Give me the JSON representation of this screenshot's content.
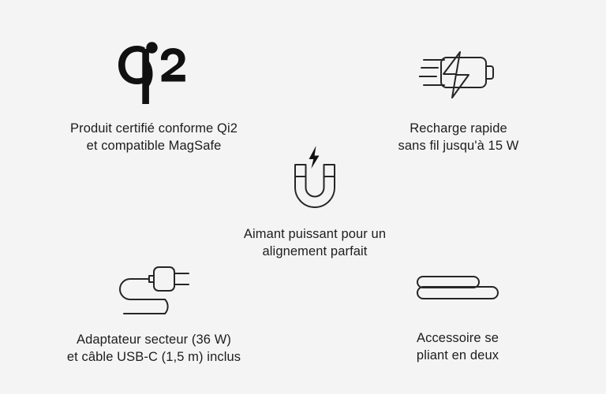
{
  "page": {
    "background_color": "#f4f4f4",
    "text_color": "#1d1d1f",
    "icon_color": "#262626"
  },
  "features": [
    {
      "id": "qi2-certified",
      "icon": "qi2-logo-icon",
      "caption": "Produit certifié conforme Qi2\net compatible MagSafe",
      "line1": "Produit certifié conforme Qi2",
      "line2": "et compatible MagSafe"
    },
    {
      "id": "fast-wireless-charging",
      "icon": "battery-bolt-speed-icon",
      "caption": "Recharge rapide\nsans fil jusqu'à 15 W",
      "line1": "Recharge rapide",
      "line2": "sans fil jusqu'à 15 W"
    },
    {
      "id": "strong-magnet",
      "icon": "horseshoe-magnet-bolt-icon",
      "caption": "Aimant puissant pour un\nalignement parfait",
      "line1": "Aimant puissant pour un",
      "line2": "alignement parfait"
    },
    {
      "id": "adapter-and-cable",
      "icon": "power-plug-cable-icon",
      "caption": "Adaptateur secteur (36 W)\net câble USB-C (1,5 m) inclus",
      "line1": "Adaptateur secteur (36 W)",
      "line2": "et câble USB-C (1,5 m) inclus"
    },
    {
      "id": "folds-in-two",
      "icon": "folded-stack-icon",
      "caption": "Accessoire se\npliant en deux",
      "line1": "Accessoire se",
      "line2": "pliant en deux"
    }
  ]
}
